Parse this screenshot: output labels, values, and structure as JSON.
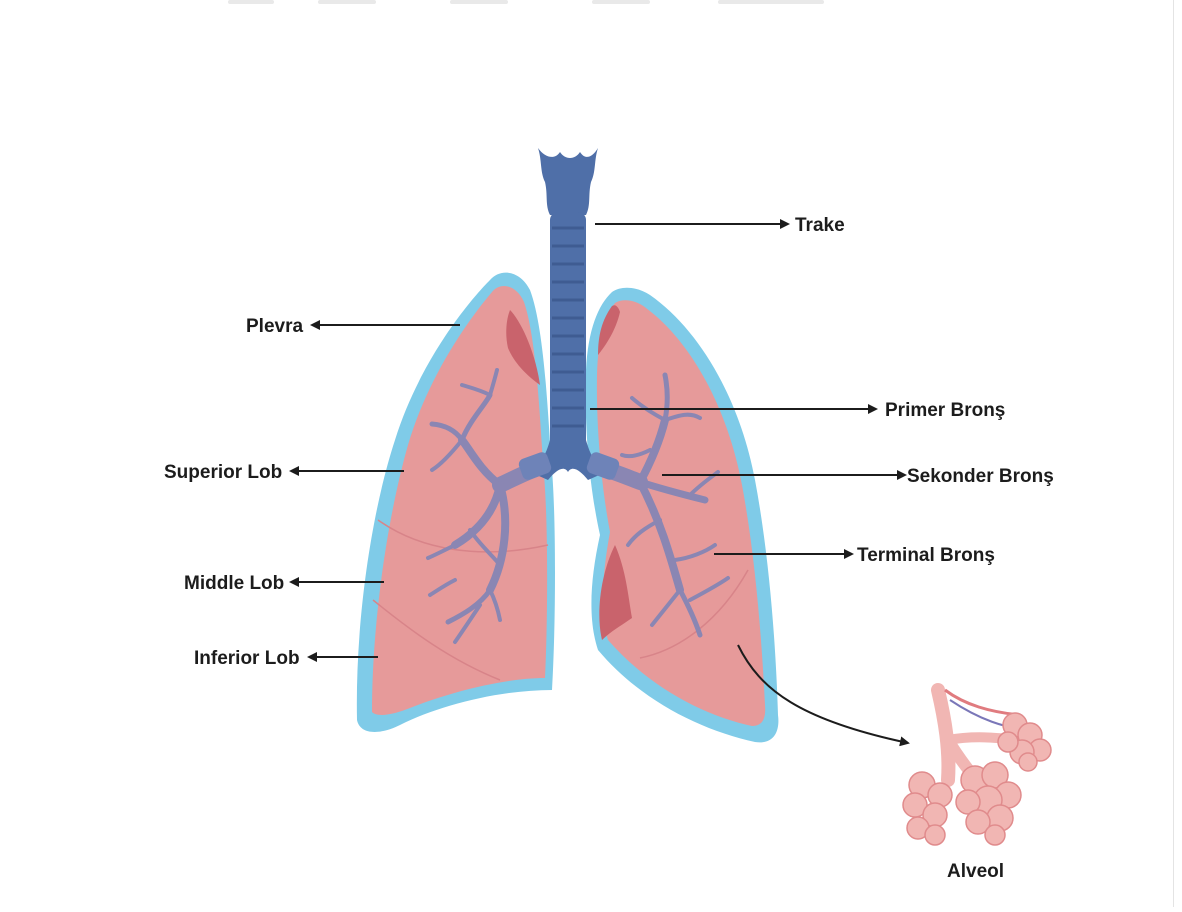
{
  "labels": {
    "trake": "Trake",
    "plevra": "Plevra",
    "primer_bronc": "Primer Bronş",
    "superior_lob": "Superior Lob",
    "sekonder_bronc": "Sekonder Bronş",
    "terminal_bronc": "Terminal Bronş",
    "middle_lob": "Middle Lob",
    "inferior_lob": "Inferior Lob",
    "alveol": "Alveol"
  },
  "colors": {
    "pleura": "#7fcbe8",
    "lung": "#e69a9a",
    "lung_shade": "#c9636c",
    "trachea": "#4f6fa8",
    "bronchi": "#8a86b3",
    "arrow": "#1c1c1c",
    "alveoli": "#f1b6b3"
  }
}
